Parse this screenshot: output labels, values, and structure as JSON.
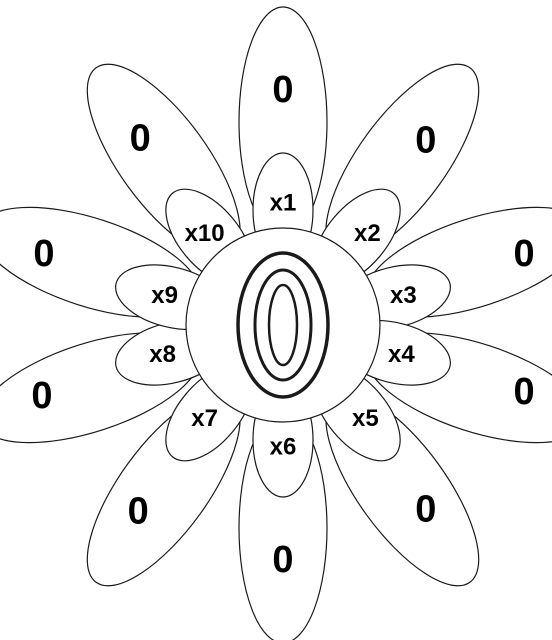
{
  "center": {
    "digit": "0"
  },
  "outer_petals": [
    {
      "label": "0"
    },
    {
      "label": "0"
    },
    {
      "label": "0"
    },
    {
      "label": "0"
    },
    {
      "label": "0"
    },
    {
      "label": "0"
    },
    {
      "label": "0"
    },
    {
      "label": "0"
    },
    {
      "label": "0"
    },
    {
      "label": "0"
    }
  ],
  "inner_petals": [
    {
      "label": "x1"
    },
    {
      "label": "x2"
    },
    {
      "label": "x3"
    },
    {
      "label": "x4"
    },
    {
      "label": "x5"
    },
    {
      "label": "x6"
    },
    {
      "label": "x7"
    },
    {
      "label": "x8"
    },
    {
      "label": "x9"
    },
    {
      "label": "x10"
    }
  ],
  "colors": {
    "ink": "#000000",
    "paper": "#ffffff"
  }
}
